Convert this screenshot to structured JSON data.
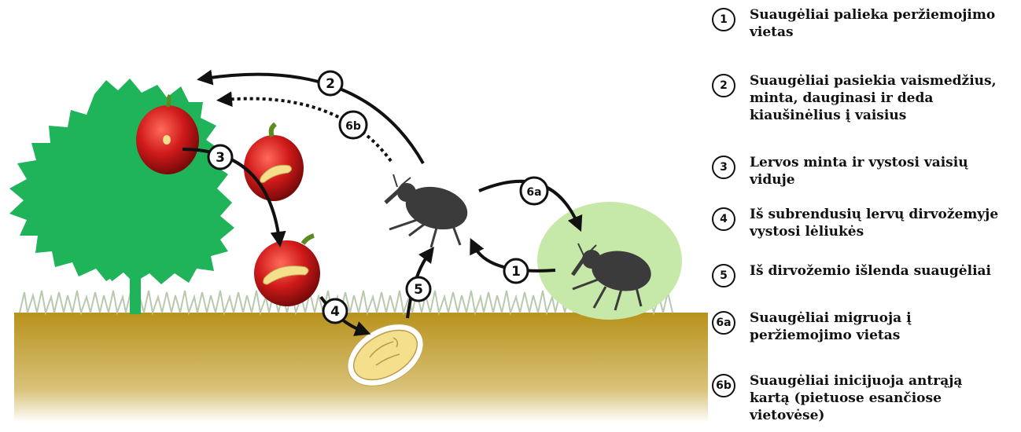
{
  "steps": [
    {
      "id": "1",
      "text": "Suaugėliai palieka peržiemojimo vietas"
    },
    {
      "id": "2",
      "text": "Suaugėliai pasiekia vaismedžius, minta, dauginasi ir deda kiaušinėlius į vaisius"
    },
    {
      "id": "3",
      "text": "Lervos minta ir vystosi vaisių viduje"
    },
    {
      "id": "4",
      "text": "Iš subrendusių lervų dirvožemyje vystosi lėliukės"
    },
    {
      "id": "5",
      "text": "Iš dirvožemio išlenda suaugėliai"
    },
    {
      "id": "6a",
      "text": "Suaugėliai migruoja į peržiemojimo vietas"
    },
    {
      "id": "6b",
      "text": "Suaugėliai inicijuoja antrąją kartą (pietuose esančiose vietovėse)"
    }
  ],
  "icons": [
    "tree-icon",
    "apple-icon",
    "larva-icon",
    "pupa-icon",
    "weevil-icon",
    "grass-icon",
    "soil-icon"
  ],
  "colors": {
    "tree": "#1fb45a",
    "apple": "#d01a1a",
    "soil": "#b8921c",
    "grass": "#c9d6c0",
    "overwinter": "#c6e8a8",
    "weevil": "#3b3b3b",
    "larva": "#f3df8c"
  }
}
